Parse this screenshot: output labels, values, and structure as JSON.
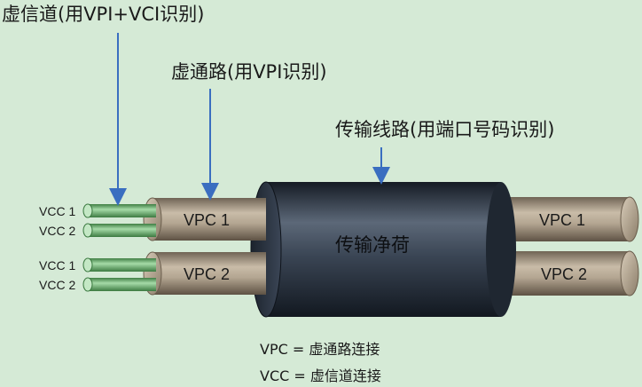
{
  "labels": {
    "virtual_channel": "虚信道(用VPI+VCI识别)",
    "virtual_path": "虚通路(用VPI识别)",
    "transmission_path": "传输线路(用端口号码识别)",
    "payload": "传输净荷"
  },
  "bundles": [
    {
      "vcc": [
        "VCC 1",
        "VCC 2"
      ],
      "vpc_in": "VPC 1",
      "vpc_out": "VPC 1"
    },
    {
      "vcc": [
        "VCC 1",
        "VCC 2"
      ],
      "vpc_in": "VPC 2",
      "vpc_out": "VPC 2"
    }
  ],
  "legend": {
    "vpc": "VPC = 虚通路连接",
    "vcc": "VCC = 虚信道连接"
  },
  "colors": {
    "background": "#d5ead6",
    "vpc_tube": "#b1a38f",
    "vcc_wire": "#72b877",
    "transmission_cable": "#2f3845",
    "arrow": "#3a6ec0"
  }
}
